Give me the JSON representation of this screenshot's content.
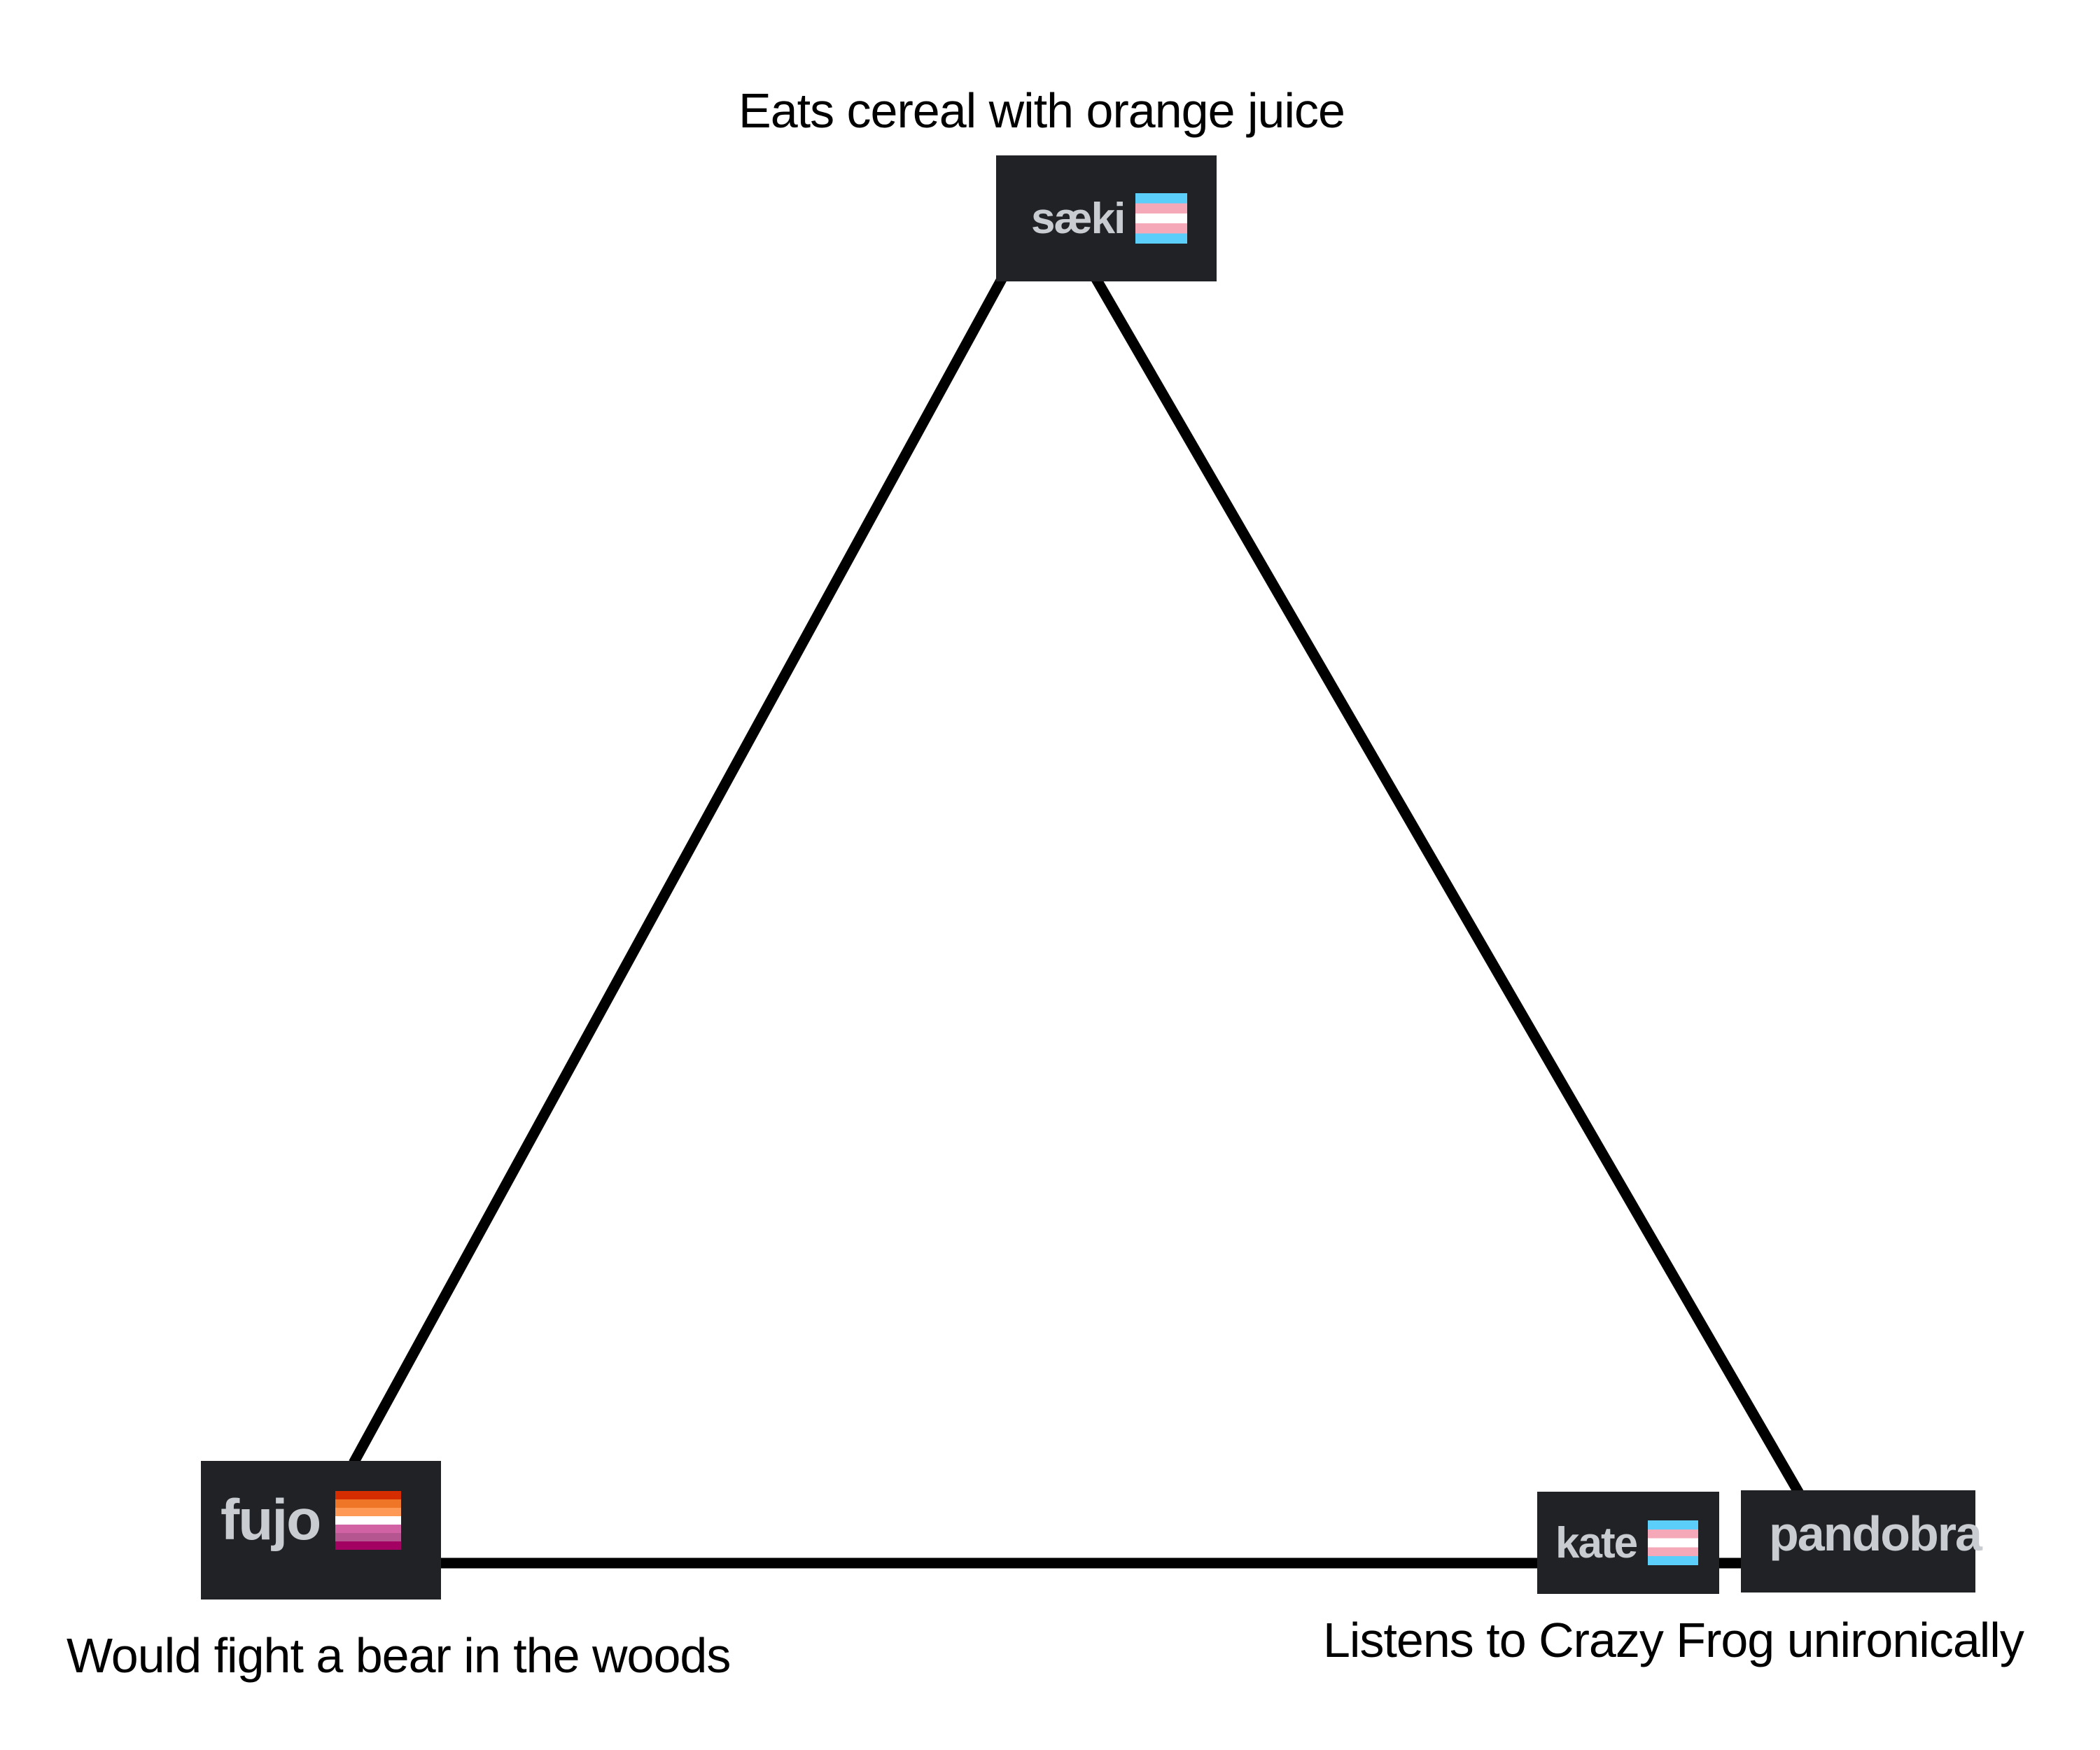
{
  "nodes": {
    "top": {
      "name": "sæki",
      "caption": "Eats cereal with orange juice",
      "flag_icon": "trans-flag-icon"
    },
    "bottom_left": {
      "name": "fujo",
      "caption": "Would fight a bear in the woods",
      "flag_icon": "lesbian-flag-icon"
    },
    "bottom_right_a": {
      "name": "kate",
      "flag_icon": "trans-flag-icon"
    },
    "bottom_right_b": {
      "name": "pandobra",
      "caption": "Listens to Crazy Frog unironically"
    }
  },
  "colors": {
    "tag_background": "#202225",
    "tag_text": "#c9cdd2",
    "edge": "#000000",
    "trans_flag": [
      "#5bcefa",
      "#f5a9b8",
      "#ffffff"
    ],
    "lesbian_flag": [
      "#d52d00",
      "#ef7627",
      "#ff9a56",
      "#ffffff",
      "#d162a4",
      "#b55690",
      "#a30262"
    ]
  }
}
